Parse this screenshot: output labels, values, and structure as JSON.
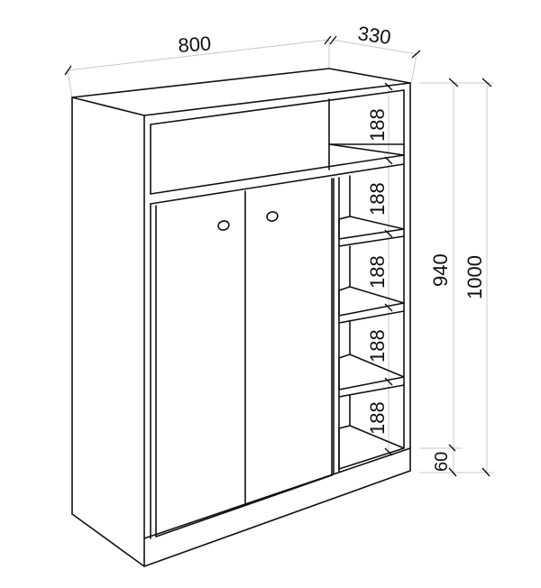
{
  "diagram": {
    "subject": "wardrobe with two doors and open shelving",
    "colors": {
      "line": "#111111",
      "dimension_line": "#c8c8c8",
      "background": "#ffffff"
    },
    "dimensions": {
      "width": "800",
      "depth": "330",
      "height_total": "1000",
      "height_body": "940",
      "plinth": "60",
      "shelf_gaps": [
        "188",
        "188",
        "188",
        "188",
        "188"
      ]
    }
  }
}
